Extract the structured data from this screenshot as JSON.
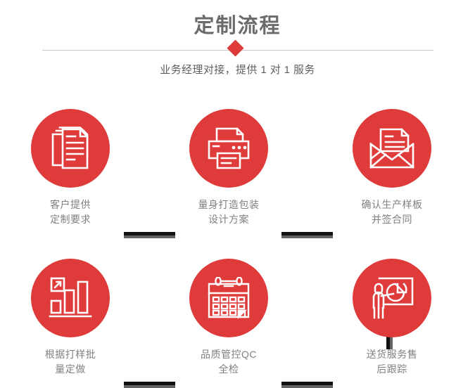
{
  "header": {
    "title": "定制流程",
    "subtitle": "业务经理对接，提供 1 对 1 服务",
    "accent_color": "#df3a3a",
    "divider_color": "#c9c9c9",
    "title_color": "#6b6b6b",
    "subtitle_color": "#5f5f5f"
  },
  "theme": {
    "circle_color": "#e03b3b",
    "icon_color": "#ffffff",
    "label_color": "#808080",
    "connector_color": "#111111",
    "connector_shadow_color": "#636363",
    "background": "#ffffff"
  },
  "steps": [
    {
      "index": 1,
      "icon": "documents-icon",
      "label": "客户提供\n定制要求"
    },
    {
      "index": 2,
      "icon": "printer-icon",
      "label": "量身打造包装\n设计方案"
    },
    {
      "index": 3,
      "icon": "envelope-document-icon",
      "label": "确认生产样板\n并签合同"
    },
    {
      "index": 4,
      "icon": "bar-chart-growth-icon",
      "label": "根据打样批\n量定做"
    },
    {
      "index": 5,
      "icon": "calendar-check-icon",
      "label": "品质管控QC\n全检"
    },
    {
      "index": 6,
      "icon": "presenter-pie-chart-icon",
      "label": "送货服务售\n后跟踪"
    }
  ],
  "connectors": [
    {
      "name": "connector-step1-step2",
      "orientation": "horizontal"
    },
    {
      "name": "connector-step2-step3",
      "orientation": "horizontal"
    },
    {
      "name": "connector-step3-step6",
      "orientation": "vertical"
    },
    {
      "name": "connector-step4-step5",
      "orientation": "horizontal"
    },
    {
      "name": "connector-step5-step6",
      "orientation": "horizontal"
    }
  ]
}
